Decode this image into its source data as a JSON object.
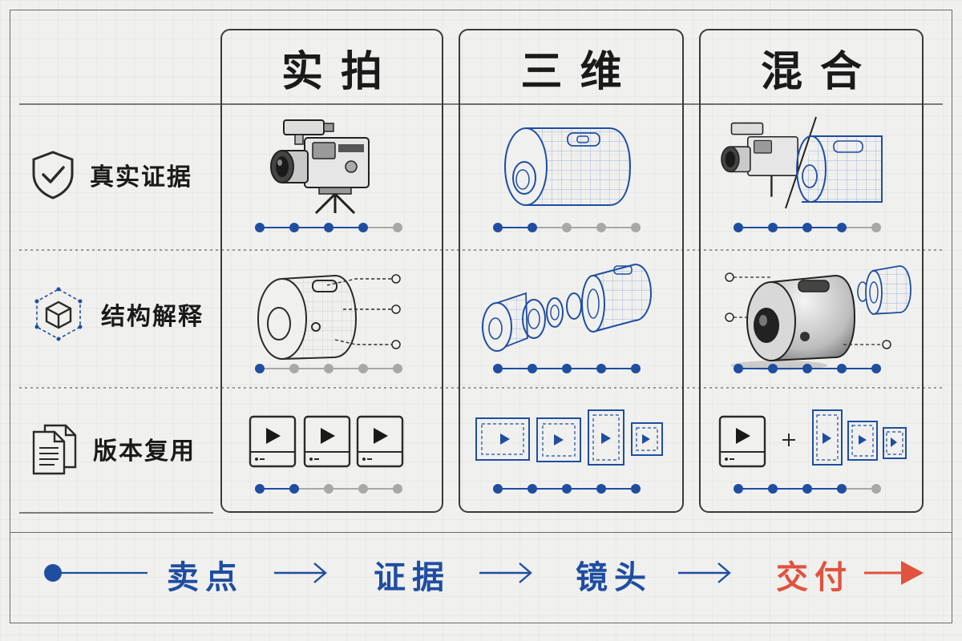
{
  "columns": [
    {
      "title": "实拍",
      "dots": [
        [
          "b",
          "b",
          "b",
          "b",
          "g"
        ],
        [
          "b",
          "g",
          "g",
          "g",
          "g"
        ],
        [
          "b",
          "b",
          "g",
          "g",
          "g"
        ]
      ]
    },
    {
      "title": "三维",
      "dots": [
        [
          "b",
          "b",
          "g",
          "g",
          "g"
        ],
        [
          "b",
          "b",
          "b",
          "b",
          "b"
        ],
        [
          "b",
          "b",
          "b",
          "b",
          "b"
        ]
      ]
    },
    {
      "title": "混合",
      "dots": [
        [
          "b",
          "b",
          "b",
          "b",
          "g"
        ],
        [
          "b",
          "b",
          "b",
          "b",
          "b"
        ],
        [
          "b",
          "b",
          "b",
          "b",
          "g"
        ]
      ]
    }
  ],
  "rows": [
    {
      "label": "真实证据",
      "icon": "shield-check-icon"
    },
    {
      "label": "结构解释",
      "icon": "cube-structure-icon"
    },
    {
      "label": "版本复用",
      "icon": "documents-icon"
    }
  ],
  "flow": {
    "steps": [
      "卖点",
      "证据",
      "镜头",
      "交付"
    ],
    "active_color": "#1f4ea1",
    "final_color": "#e0533e"
  },
  "colors": {
    "blue": "#1f4ea1",
    "gray": "#a8a8a8",
    "ink": "#2a2a2a"
  }
}
